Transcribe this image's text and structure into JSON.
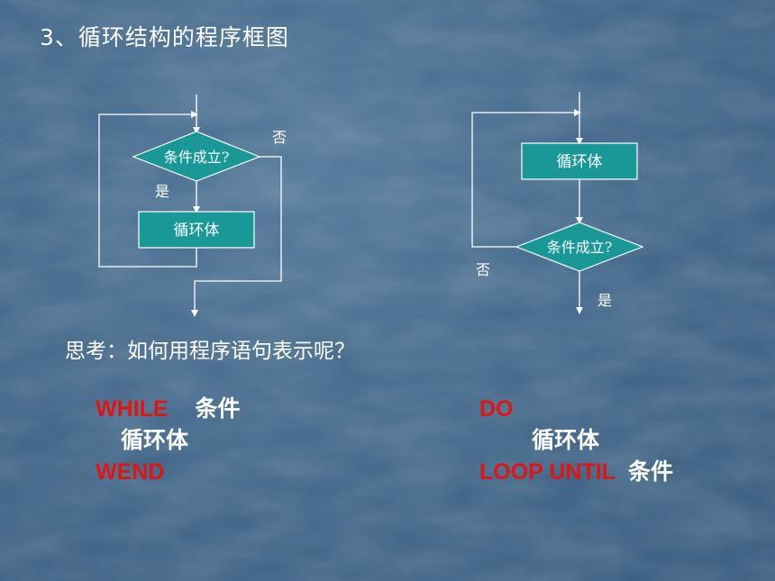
{
  "slide": {
    "title": "3、循环结构的程序框图",
    "question": "思考：如何用程序语句表示呢？"
  },
  "diagram_left": {
    "condition": "条件成立?",
    "no_label": "否",
    "yes_label": "是",
    "body": "循环体"
  },
  "diagram_right": {
    "body": "循环体",
    "condition": "条件成立?",
    "no_label": "否",
    "yes_label": "是"
  },
  "code_left": {
    "kw_while": "WHILE",
    "cond": "条件",
    "body": "循环体",
    "kw_wend": "WEND"
  },
  "code_right": {
    "kw_do": "DO",
    "body": "循环体",
    "kw_loop": "LOOP UNTIL",
    "cond": "条件"
  },
  "colors": {
    "box_fill": "#1a9898",
    "line": "#ffffff",
    "keyword": "#e11414"
  }
}
